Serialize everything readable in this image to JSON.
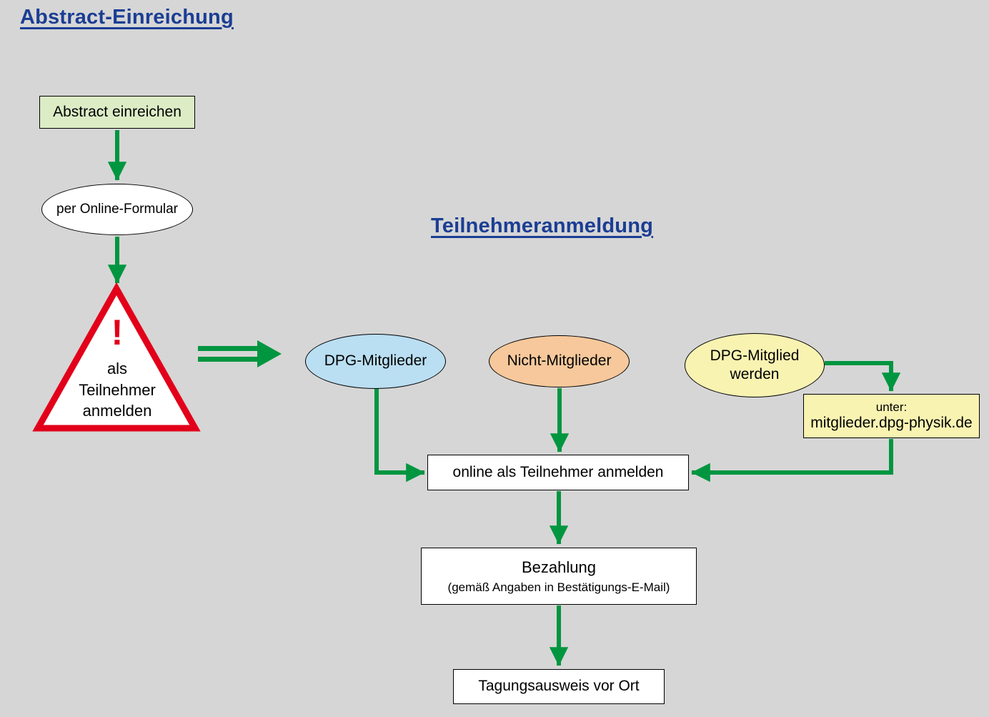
{
  "headings": {
    "abstract": "Abstract-Einreichung",
    "teilnehmer": "Teilnehmeranmeldung"
  },
  "nodes": {
    "abstract_einreichen": "Abstract einreichen",
    "per_online_formular": "per Online-Formular",
    "warning": {
      "exclamation": "!",
      "lines": [
        "als",
        "Teilnehmer",
        "anmelden"
      ]
    },
    "dpg_mitglieder": "DPG-Mitglieder",
    "nicht_mitglieder": "Nicht-Mitglieder",
    "dpg_mitglied_werden": "DPG-Mitglied werden",
    "unter": {
      "line1": "unter:",
      "line2": "mitglieder.dpg-physik.de"
    },
    "online_anmelden": "online als Teilnehmer anmelden",
    "bezahlung": {
      "title": "Bezahlung",
      "subtitle": "(gemäß Angaben in Bestätigungs-E-Mail)"
    },
    "tagungsausweis": "Tagungsausweis vor Ort"
  },
  "colors": {
    "background": "#d6d6d6",
    "heading_blue": "#1b3e94",
    "arrow_green": "#009640",
    "warning_red": "#e2001a",
    "box_green": "#dcedc6",
    "ellipse_blue": "#badef2",
    "ellipse_orange": "#f6c89b",
    "yellow": "#f9f3b2",
    "node_white": "#ffffff"
  }
}
